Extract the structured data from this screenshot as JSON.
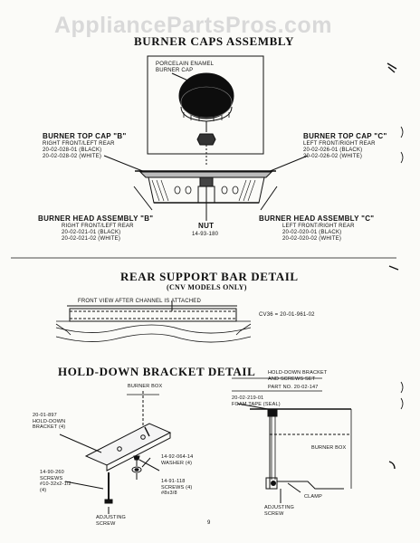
{
  "watermark": "AppliancePartsPros.com",
  "sections": {
    "burner_caps": {
      "title": "BURNER CAPS ASSEMBLY",
      "porcelain_cap": "PORCELAIN ENAMEL\nBURNER CAP",
      "top_cap_b": {
        "title": "BURNER TOP CAP \"B\"",
        "details": "RIGHT FRONT/LEFT REAR\n20-02-028-01 (BLACK)\n20-02-028-02 (WHITE)"
      },
      "top_cap_c": {
        "title": "BURNER TOP CAP \"C\"",
        "details": "LEFT FRONT/RIGHT REAR\n20-02-026-01 (BLACK)\n20-02-026-02 (WHITE)"
      },
      "head_b": {
        "title": "BURNER HEAD ASSEMBLY \"B\"",
        "details": "RIGHT FRONT/LEFT REAR\n20-02-021-01 (BLACK)\n20-02-021-02 (WHITE)"
      },
      "nut": {
        "title": "NUT",
        "part": "14-93-180"
      },
      "head_c": {
        "title": "BURNER HEAD ASSEMBLY \"C\"",
        "details": "LEFT FRONT/RIGHT REAR\n20-02-020-01 (BLACK)\n20-02-020-02 (WHITE)"
      }
    },
    "rear_support": {
      "title": "REAR SUPPORT BAR DETAIL",
      "subtitle": "(CNV MODELS ONLY)",
      "front_view": "FRONT VIEW AFTER CHANNEL IS ATTACHED",
      "part": "CV36 = 20-01-961-02"
    },
    "hold_down": {
      "title": "HOLD-DOWN BRACKET DETAIL",
      "set_title": "HOLD-DOWN BRACKET\nAND SCREWS SET",
      "set_part": "PART NO. 20-02-147",
      "burner_box_top": "BURNER BOX",
      "bracket": "20-01-897\nHOLD-DOWN\nBRACKET (4)",
      "washer": "14-92-064-14\nWASHER (4)",
      "screws_left": "14-90-260\nSCREWS\n#10-32x2-1/2\n(4)",
      "screws_right": "14-91-118\nSCREWS (4)\n#8x3/8",
      "adjusting_left": "ADJUSTING\nSCREW",
      "foam_tape": "20-02-219-01\nFOAM TAPE (SEAL)",
      "burner_box_right": "BURNER BOX",
      "adjusting_right": "ADJUSTING\nSCREW",
      "clamp": "CLAMP"
    }
  },
  "page_number": "9"
}
